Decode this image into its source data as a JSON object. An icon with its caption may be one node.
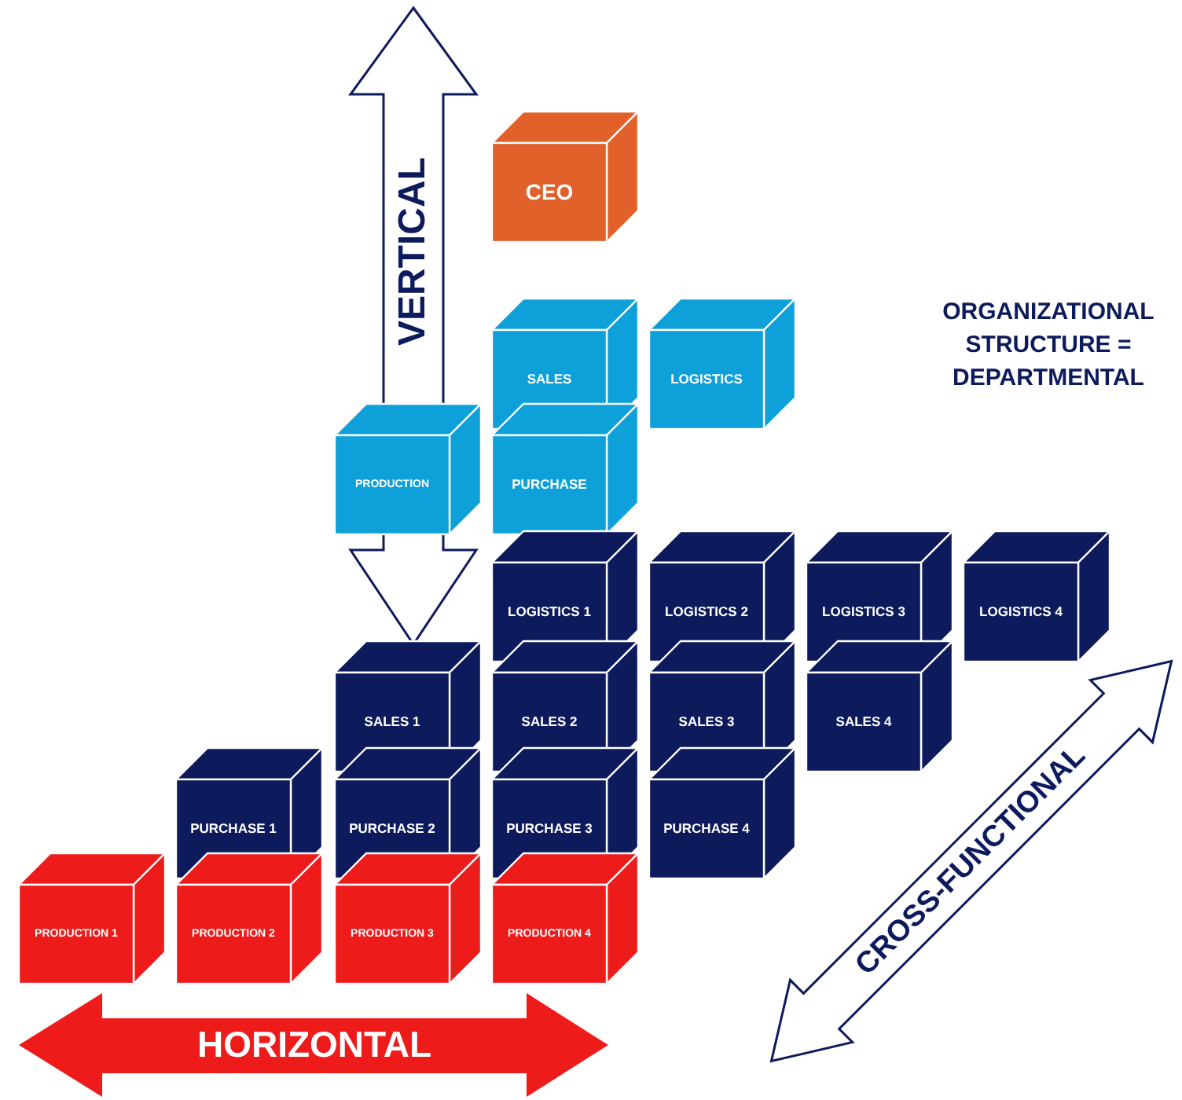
{
  "diagram": {
    "title": "ORGANIZATIONAL STRUCTURE = DEPARTMENTAL",
    "nodes": [
      {
        "text": [
          "CEO"
        ]
      },
      {
        "text": [
          "SALES"
        ]
      },
      {
        "text": [
          "LOGISTICS"
        ]
      },
      {
        "text": [
          "PRODUCTION"
        ]
      },
      {
        "text": [
          "PURCHASE"
        ]
      },
      {
        "text": [
          "LOGISTICS 1"
        ]
      },
      {
        "text": [
          "LOGISTICS 2"
        ]
      },
      {
        "text": [
          "LOGISTICS 3"
        ]
      },
      {
        "text": [
          "LOGISTICS 4"
        ]
      },
      {
        "text": [
          "SALES 1"
        ]
      },
      {
        "text": [
          "SALES 2"
        ]
      },
      {
        "text": [
          "SALES 3"
        ]
      },
      {
        "text": [
          "SALES 4"
        ]
      },
      {
        "text": [
          "PURCHASE 1"
        ]
      },
      {
        "text": [
          "PURCHASE 2"
        ]
      },
      {
        "text": [
          "PURCHASE 3"
        ]
      },
      {
        "text": [
          "PURCHASE 4"
        ]
      },
      {
        "text": [
          "PRODUCTION 1"
        ]
      },
      {
        "text": [
          "PRODUCTION 2"
        ]
      },
      {
        "text": [
          "PRODUCTION 3"
        ]
      },
      {
        "text": [
          "PRODUCTION 4"
        ]
      }
    ],
    "labels": [
      "VERTICAL",
      "CROSS-FUNCTIONAL",
      "HORIZONTAL"
    ]
  }
}
